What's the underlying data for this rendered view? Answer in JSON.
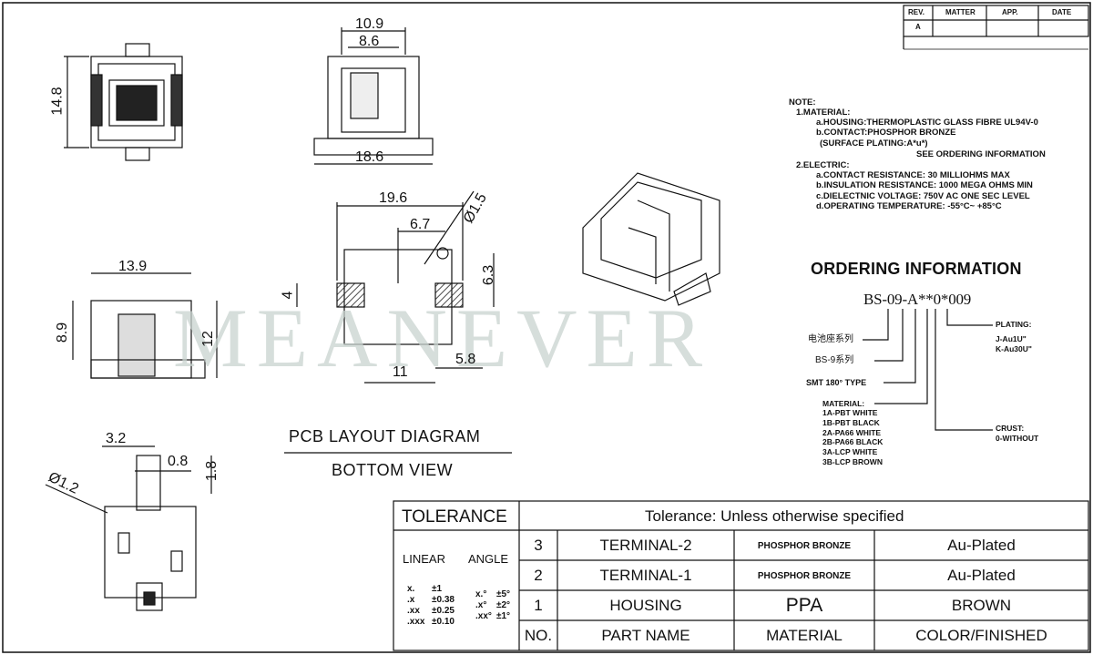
{
  "revision_table": {
    "headers": [
      "REV.",
      "MATTER",
      "APP.",
      "DATE"
    ],
    "rows": [
      [
        "A",
        "",
        "",
        ""
      ]
    ]
  },
  "watermark": "MEANEVER",
  "dimensions": {
    "top_view": {
      "width_outer": "10.9",
      "width_inner": "8.6",
      "base": "18.6"
    },
    "front_view": {
      "height": "14.8"
    },
    "pcb": {
      "width": "19.6",
      "pad_spacing": "6.7",
      "hole": "Ø1.5",
      "height": "6.3",
      "pad": "4",
      "b1": "11",
      "b2": "5.8"
    },
    "side_view": {
      "width": "13.9",
      "h1": "8.9",
      "h2": "12"
    },
    "detail": {
      "a": "3.2",
      "b": "0.8",
      "c": "1.8",
      "hole": "Ø1.2"
    }
  },
  "pcb_caption": {
    "title": "PCB LAYOUT DIAGRAM",
    "subtitle": "BOTTOM VIEW"
  },
  "notes": {
    "heading": "NOTE:",
    "lines": [
      "1.MATERIAL:",
      "a.HOUSING:THERMOPLASTIC GLASS FIBRE UL94V-0",
      "b.CONTACT:PHOSPHOR BRONZE",
      "(SURFACE PLATING:A*u*)",
      "SEE ORDERING INFORMATION",
      "2.ELECTRIC:",
      "a.CONTACT RESISTANCE: 30 MILLIOHMS MAX",
      "b.INSULATION RESISTANCE: 1000 MEGA OHMS MIN",
      "c.DIELECTNIC VOLTAGE: 750V AC ONE SEC LEVEL",
      "d.OPERATING TEMPERATURE: -55°C~ +85°C"
    ]
  },
  "ordering": {
    "title": "ORDERING INFORMATION",
    "code": "BS-09-A**0*009",
    "series1": "电池座系列",
    "series2": "BS-9系列",
    "type": "SMT 180° TYPE",
    "material_title": "MATERIAL:",
    "materials": [
      "1A-PBT WHITE",
      "1B-PBT BLACK",
      "2A-PA66 WHITE",
      "2B-PA66 BLACK",
      "3A-LCP WHITE",
      "3B-LCP BROWN"
    ],
    "plating_title": "PLATING:",
    "plating": [
      "J-Au1U\"",
      "K-Au30U\""
    ],
    "crust_title": "CRUST:",
    "crust": [
      "0-WITHOUT"
    ]
  },
  "tolerance": {
    "label": "TOLERANCE",
    "header": "Tolerance: Unless otherwise specified",
    "linear_label": "LINEAR",
    "angle_label": "ANGLE",
    "linear": [
      [
        "x.",
        "±1"
      ],
      [
        ".x",
        "±0.38"
      ],
      [
        ".xx",
        "±0.25"
      ],
      [
        ".xxx",
        "±0.10"
      ]
    ],
    "angle": [
      [
        "x.°",
        "±5°"
      ],
      [
        ".x°",
        "±2°"
      ],
      [
        ".xx°",
        "±1°"
      ]
    ]
  },
  "bom": {
    "headers": [
      "NO.",
      "PART NAME",
      "MATERIAL",
      "COLOR/FINISHED"
    ],
    "rows": [
      [
        "3",
        "TERMINAL-2",
        "PHOSPHOR BRONZE",
        "Au-Plated"
      ],
      [
        "2",
        "TERMINAL-1",
        "PHOSPHOR BRONZE",
        "Au-Plated"
      ],
      [
        "1",
        "HOUSING",
        "PPA",
        "BROWN"
      ]
    ]
  }
}
